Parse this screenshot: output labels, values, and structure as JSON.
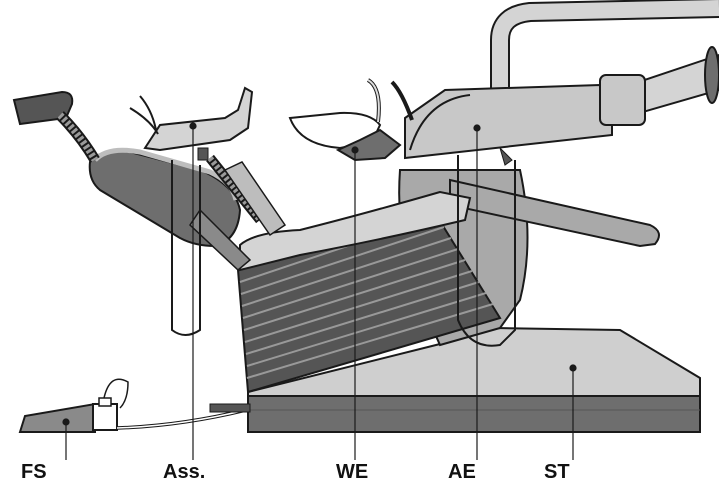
{
  "labels": {
    "fs": "FS",
    "ass": "Ass.",
    "we": "WE",
    "ae": "AE",
    "st": "ST"
  },
  "colors": {
    "outline": "#1a1a1a",
    "light_gray": "#d2d2d2",
    "mid_gray": "#a9a9a9",
    "dark_gray": "#6e6e6e",
    "darkest_gray": "#555555",
    "white": "#ffffff"
  }
}
